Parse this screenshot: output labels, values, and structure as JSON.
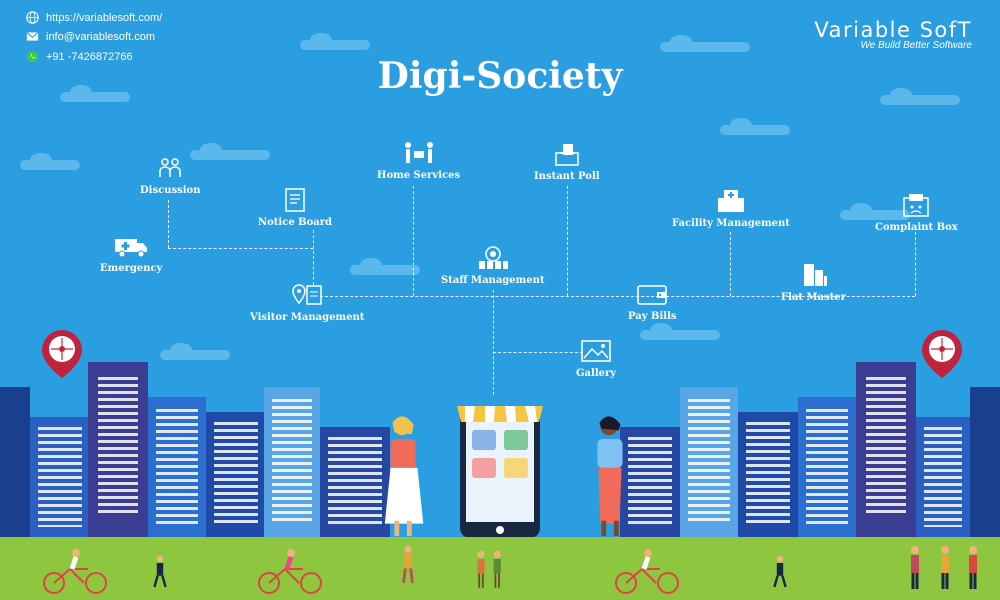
{
  "contact": {
    "website": "https://variablesoft.com/",
    "email": "info@variablesoft.com",
    "phone": "+91 -7426872766"
  },
  "brand": {
    "name": "Variable SofT",
    "tagline": "We Build Better Software"
  },
  "title": "Digi-Society",
  "features": {
    "discussion": "Discussion",
    "notice_board": "Notice Board",
    "emergency": "Emergency",
    "visitor_management": "Visitor Management",
    "home_services": "Home Services",
    "instant_poll": "Instant Poll",
    "staff_management": "Staff Management",
    "facility_management": "Facility Management",
    "complaint_box": "Complaint Box",
    "flat_master": "Flat Master",
    "pay_bills": "Pay Bills",
    "gallery": "Gallery"
  },
  "icons": [
    "globe-icon",
    "mail-icon",
    "whatsapp-icon",
    "discussion-icon",
    "notice-board-icon",
    "ambulance-icon",
    "visitor-id-icon",
    "home-services-icon",
    "poll-box-icon",
    "staff-icon",
    "hospital-icon",
    "complaint-box-icon",
    "flat-building-icon",
    "wallet-icon",
    "gallery-icon",
    "location-pin-icon",
    "smartphone-store-icon"
  ],
  "colors": {
    "sky": "#2a9ee0",
    "cloud": "#5ab8ec",
    "ground": "#8ec63f",
    "text": "#ffffff",
    "pin": "#c0243a"
  }
}
